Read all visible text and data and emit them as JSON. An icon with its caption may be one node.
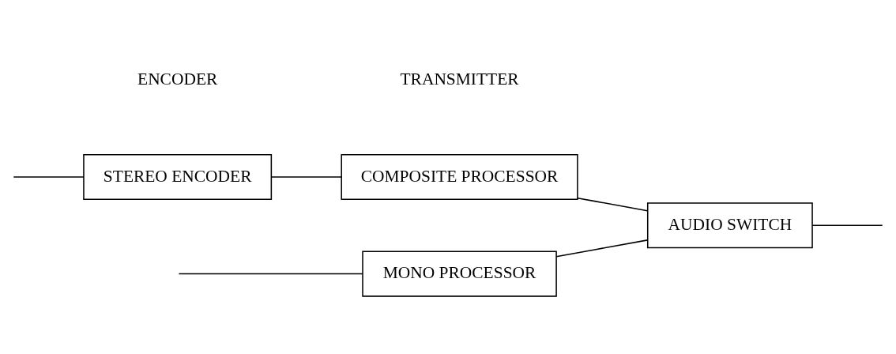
{
  "diagram": {
    "nodes": [
      {
        "text": [
          "STEREO ENCODER"
        ]
      },
      {
        "text": [
          "COMPOSITE PROCESSOR"
        ]
      },
      {
        "text": [
          "AUDIO SWITCH"
        ]
      },
      {
        "text": [
          "MONO PROCESSOR"
        ]
      }
    ],
    "edges": [
      {
        "from": null,
        "to": 0,
        "arrow": "none"
      },
      {
        "from": null,
        "to": 3,
        "arrow": "none"
      },
      {
        "from": 0,
        "to": 1,
        "arrow": "none"
      },
      {
        "from": 1,
        "to": 2,
        "arrow": "none"
      },
      {
        "from": 3,
        "to": 2,
        "arrow": "none"
      },
      {
        "from": 2,
        "to": null,
        "arrow": "none"
      }
    ],
    "labels": [
      "ENCODER",
      "TRANSMITTER"
    ]
  }
}
